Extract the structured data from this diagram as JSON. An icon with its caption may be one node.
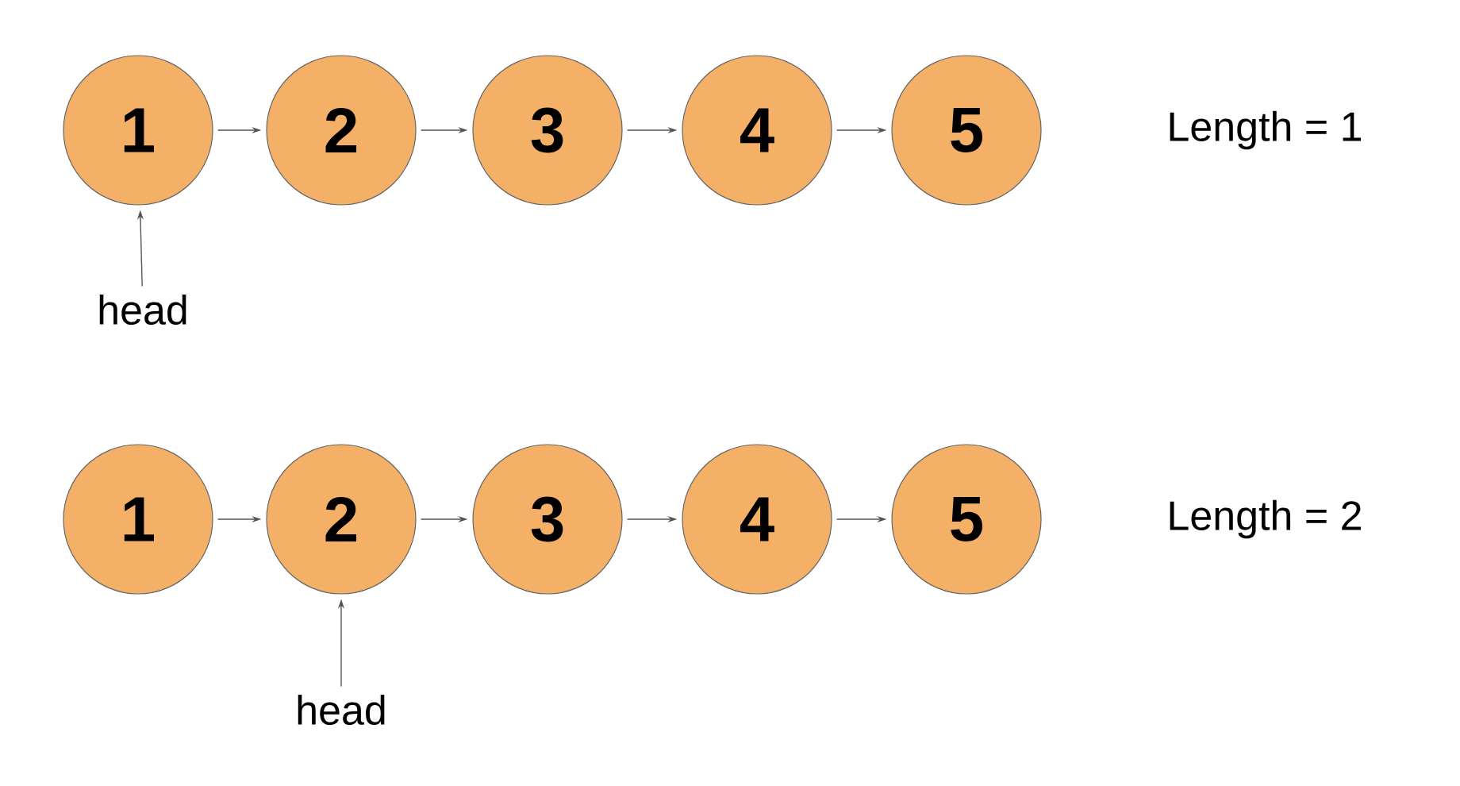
{
  "diagram": {
    "nodes": [
      {
        "text": [
          "1"
        ]
      },
      {
        "text": [
          "2"
        ]
      },
      {
        "text": [
          "3"
        ]
      },
      {
        "text": [
          "4"
        ]
      },
      {
        "text": [
          "5"
        ]
      },
      {
        "text": [
          "head"
        ]
      },
      {
        "text": [
          "1"
        ]
      },
      {
        "text": [
          "2"
        ]
      },
      {
        "text": [
          "3"
        ]
      },
      {
        "text": [
          "4"
        ]
      },
      {
        "text": [
          "5"
        ]
      },
      {
        "text": [
          "head"
        ]
      }
    ],
    "edges": [
      {
        "from": 0,
        "to": 1,
        "arrow": "to"
      },
      {
        "from": 1,
        "to": 2,
        "arrow": "to"
      },
      {
        "from": 2,
        "to": 3,
        "arrow": "to"
      },
      {
        "from": 3,
        "to": 4,
        "arrow": "to"
      },
      {
        "from": 5,
        "to": 0,
        "arrow": "to"
      },
      {
        "from": 6,
        "to": 7,
        "arrow": "to"
      },
      {
        "from": 7,
        "to": 8,
        "arrow": "to"
      },
      {
        "from": 8,
        "to": 9,
        "arrow": "to"
      },
      {
        "from": 9,
        "to": 10,
        "arrow": "to"
      },
      {
        "from": 11,
        "to": 7,
        "arrow": "to"
      }
    ],
    "labels": [
      "Length = 1",
      "Length = 2"
    ]
  }
}
